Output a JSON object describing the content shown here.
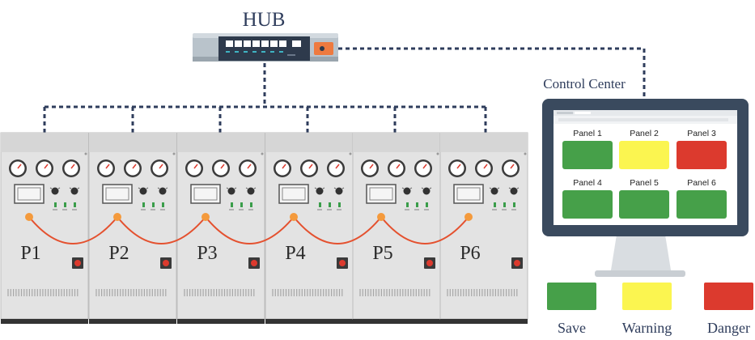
{
  "hub": {
    "label": "HUB"
  },
  "control_center": {
    "label": "Control Center",
    "panels": [
      {
        "label": "Panel 1",
        "status": "save"
      },
      {
        "label": "Panel 2",
        "status": "warning"
      },
      {
        "label": "Panel 3",
        "status": "danger"
      },
      {
        "label": "Panel 4",
        "status": "save"
      },
      {
        "label": "Panel 5",
        "status": "save"
      },
      {
        "label": "Panel 6",
        "status": "save"
      }
    ]
  },
  "cabinets": [
    {
      "label": "P1"
    },
    {
      "label": "P2"
    },
    {
      "label": "P3"
    },
    {
      "label": "P4"
    },
    {
      "label": "P5"
    },
    {
      "label": "P6"
    }
  ],
  "legend": [
    {
      "label": "Save",
      "status": "save"
    },
    {
      "label": "Warning",
      "status": "warning"
    },
    {
      "label": "Danger",
      "status": "danger"
    }
  ],
  "colors": {
    "save": "#46a049",
    "warning": "#fbf550",
    "danger": "#dc3a2e",
    "network_line": "#2f3d5c",
    "daisy_chain": "#e4512f",
    "connector_dot": "#f49a3c",
    "cabinet_body": "#e3e3e3",
    "monitor_frame": "#3a4a5e"
  }
}
